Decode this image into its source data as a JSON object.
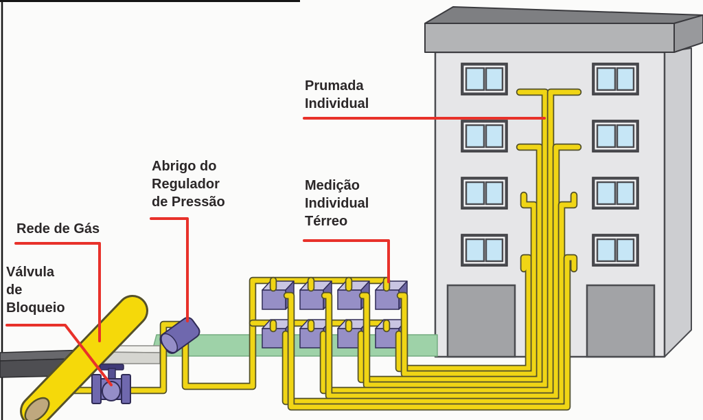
{
  "labels": {
    "prumada": {
      "lines": [
        "Prumada",
        "Individual"
      ]
    },
    "abrigo": {
      "lines": [
        "Abrigo do",
        "Regulador",
        "de Pressão"
      ]
    },
    "medicao": {
      "lines": [
        "Medição",
        "Individual",
        "Térreo"
      ]
    },
    "rede": {
      "lines": [
        "Rede de Gás"
      ]
    },
    "valvula": {
      "lines": [
        "Válvula",
        "de",
        "Bloqueio"
      ]
    }
  },
  "colors": {
    "background": "#fbfbfa",
    "annotation_red": "#e8312a",
    "text": "#2b2728",
    "pipe_yellow": "#f0d515",
    "pipe_outline": "#514f2c",
    "main_pipe_yellow": "#f5d90a",
    "main_pipe_outline": "#55512a",
    "main_pipe_cap": "#bfa87e",
    "purple_front": "#968fc6",
    "purple_top": "#c9c5e2",
    "purple_side": "#6d66a3",
    "purple_dark": "#554f91",
    "purple_body": "#7d76bb",
    "purple_outline": "#2f2b55",
    "regulator_body": "#6f68ae",
    "regulator_face": "#958ec8",
    "platform_green": "#9ed2a8",
    "platform_green_edge": "#74ab80",
    "wall_front": "#e6e6e8",
    "wall_side": "#cdced1",
    "wall_outline": "#4a4b4f",
    "roof_front": "#b3b4b6",
    "roof_top": "#7e7f82",
    "roof_side": "#98999c",
    "roof_outline": "#3a3a3e",
    "window_pane": "#c6e6f6",
    "window_frame": "#4b4c51",
    "garage_door": "#a2a3a6",
    "curb_top": "#f0f0ec",
    "curb_front": "#d5d5d0",
    "curb_outline": "#8a8a86",
    "slab_top": "#68686c",
    "slab_front": "#4e4e52",
    "slab_outline": "#2b2b2e",
    "frame_line": "#161616"
  },
  "scene": {
    "window_rows": 4,
    "window_cols": 2,
    "garage_doors": 2,
    "meter_rows": 2,
    "meters_per_row": 4,
    "riser_pipes": 8,
    "floors_served": 4
  }
}
